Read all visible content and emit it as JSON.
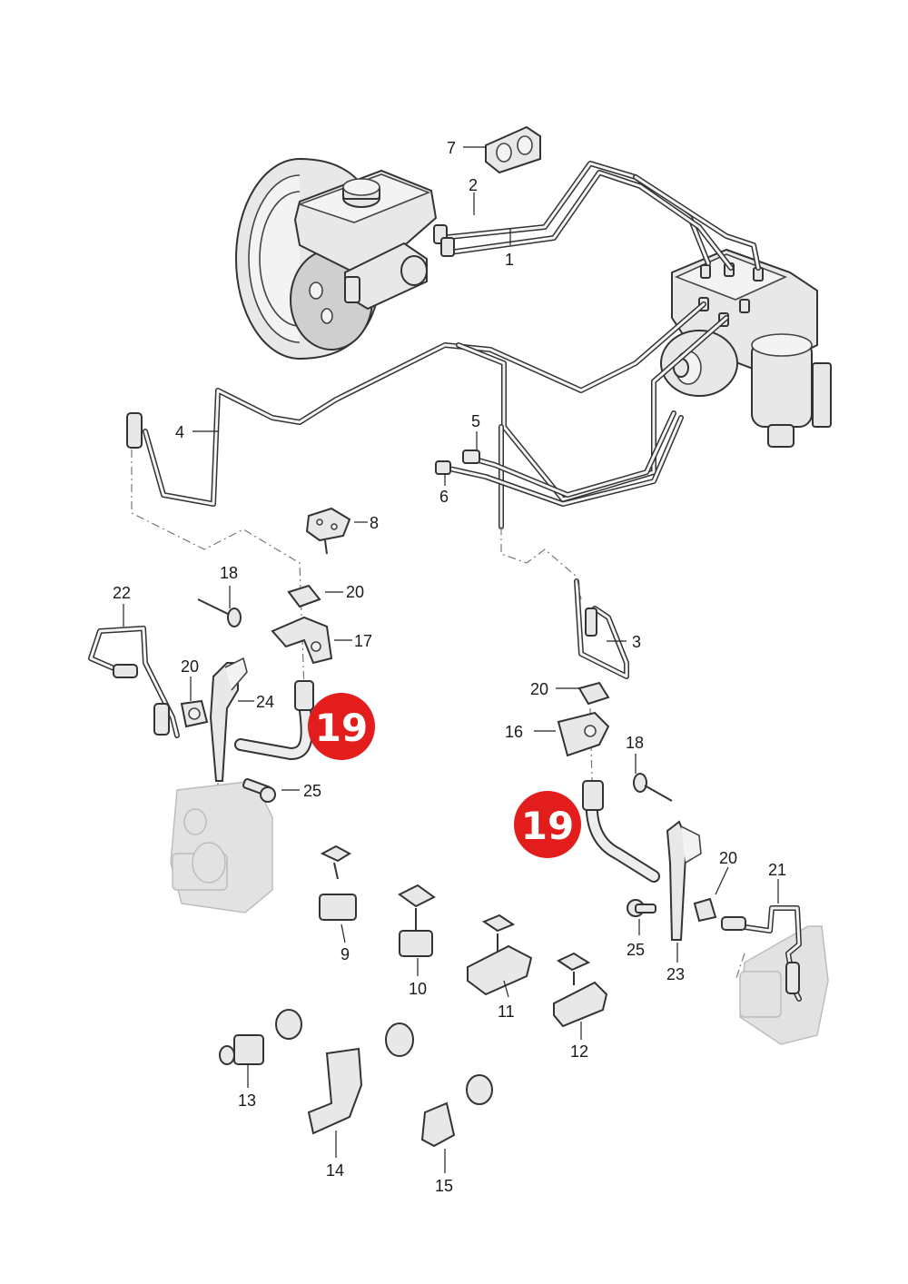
{
  "labels": {
    "l1": "1",
    "l2": "2",
    "l3": "3",
    "l4": "4",
    "l5": "5",
    "l6": "6",
    "l7": "7",
    "l8": "8",
    "l9": "9",
    "l10": "10",
    "l11": "11",
    "l12": "12",
    "l13": "13",
    "l14": "14",
    "l15": "15",
    "l16": "16",
    "l17": "17",
    "l18a": "18",
    "l18b": "18",
    "l20a": "20",
    "l20b": "20",
    "l20c": "20",
    "l20d": "20",
    "l21": "21",
    "l22": "22",
    "l23": "23",
    "l24": "24",
    "l25a": "25",
    "l25b": "25"
  },
  "badges": {
    "left": "19",
    "right": "19"
  },
  "colors": {
    "badge": "#e31c1c",
    "line": "#333333",
    "ghost": "#e2e2e2"
  }
}
